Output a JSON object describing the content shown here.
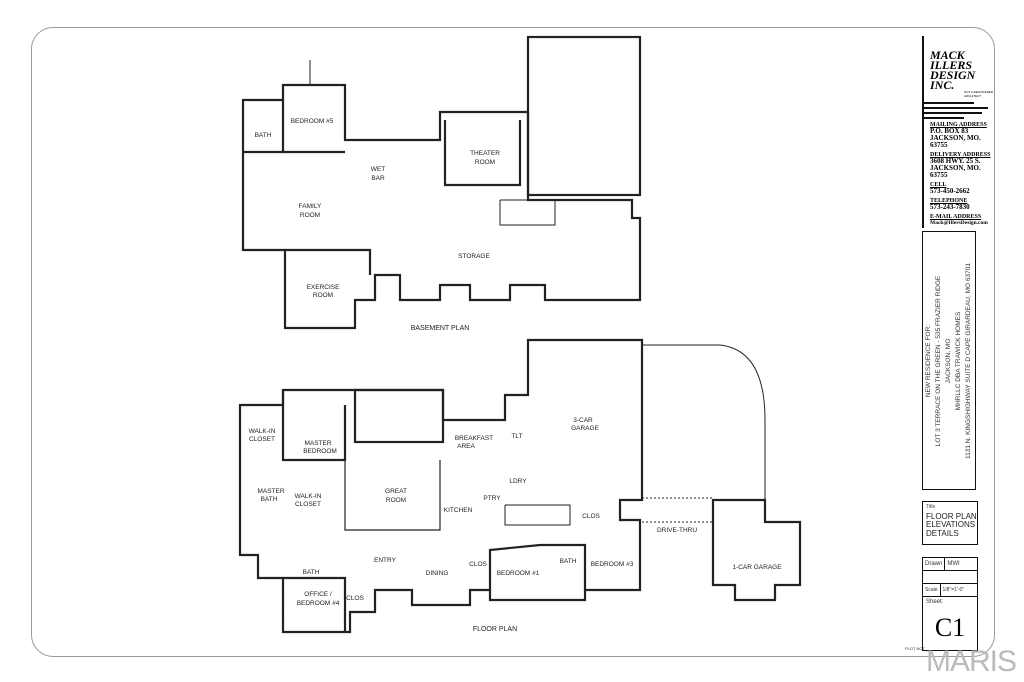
{
  "firm": {
    "name_lines": [
      "MACK",
      "ILLERS",
      "DESIGN",
      "INC."
    ],
    "note": "NOT A REGISTERED ARCHITECT",
    "mailing_label": "MAILING ADDRESS",
    "mailing": [
      "P.O. BOX 83",
      "JACKSON, MO.",
      "63755"
    ],
    "delivery_label": "DELIVERY ADDRESS",
    "delivery": [
      "3608 HWY. 25 S.",
      "JACKSON, MO.",
      "63755"
    ],
    "cell_label": "CELL",
    "cell": "573-450-2662",
    "telephone_label": "TELEPHONE",
    "telephone": "573-243-7830",
    "email_label": "E-MAIL ADDRESS",
    "email": "Mack@IllersDesign.com"
  },
  "project": {
    "line1": "NEW RESIDENCE FOR:",
    "line2": "LOT 3 TERRACE ON THE GREEN - 535 FRAZIER RIDGE",
    "line3": "JACKSON, MO",
    "line4": "MHRLLC DBA TRAWICK HOMES",
    "line5": "1131 N. KINGSHIGHWAY SUITE D CAPE GIRARDEAU, MO 63701"
  },
  "title_block": {
    "title_label": "Title",
    "title_lines": [
      "FLOOR PLAN",
      "ELEVATIONS",
      "DETAILS"
    ],
    "drawn_label": "Drawn",
    "drawn": "MWI",
    "scale_label": "Scale",
    "scale": "1/8\"=1'-0\"",
    "sheet_label": "Sheet:",
    "sheet": "C1"
  },
  "basement": {
    "title": "BASEMENT PLAN",
    "rooms": {
      "bedroom5": "BEDROOM #5",
      "bath": "BATH",
      "wet": "WET",
      "bar": "BAR",
      "theater1": "THEATER",
      "theater2": "ROOM",
      "family1": "FAMILY",
      "family2": "ROOM",
      "storage": "STORAGE",
      "exercise1": "EXERCISE",
      "exercise2": "ROOM"
    }
  },
  "floor": {
    "title": "FLOOR PLAN",
    "rooms": {
      "walkin1a": "WALK-IN",
      "walkin1b": "CLOSET",
      "master1": "MASTER",
      "master2": "BEDROOM",
      "breakfast1": "BREAKFAST",
      "breakfast2": "AREA",
      "tlt": "TLT",
      "garage3a": "3-CAR",
      "garage3b": "GARAGE",
      "mbath1": "MASTER",
      "mbath2": "BATH",
      "walkin2a": "WALK-IN",
      "walkin2b": "CLOSET",
      "great1": "GREAT",
      "great2": "ROOM",
      "kitchen": "KITCHEN",
      "ptry": "PTRY",
      "ldry": "LDRY",
      "clos1": "CLOS",
      "drive": "DRIVE-THRU",
      "garage1": "1-CAR GARAGE",
      "entry": "ENTRY",
      "bath": "BATH",
      "dining": "DINING",
      "clos2": "CLOS",
      "bedroom1": "BEDROOM #1",
      "bath2": "BATH",
      "bedroom3": "BEDROOM #3",
      "office1": "OFFICE /",
      "office2": "BEDROOM #4",
      "clos3": "CLOS"
    }
  },
  "watermark": "MARIS",
  "plot_mark": "PLOT NOT"
}
